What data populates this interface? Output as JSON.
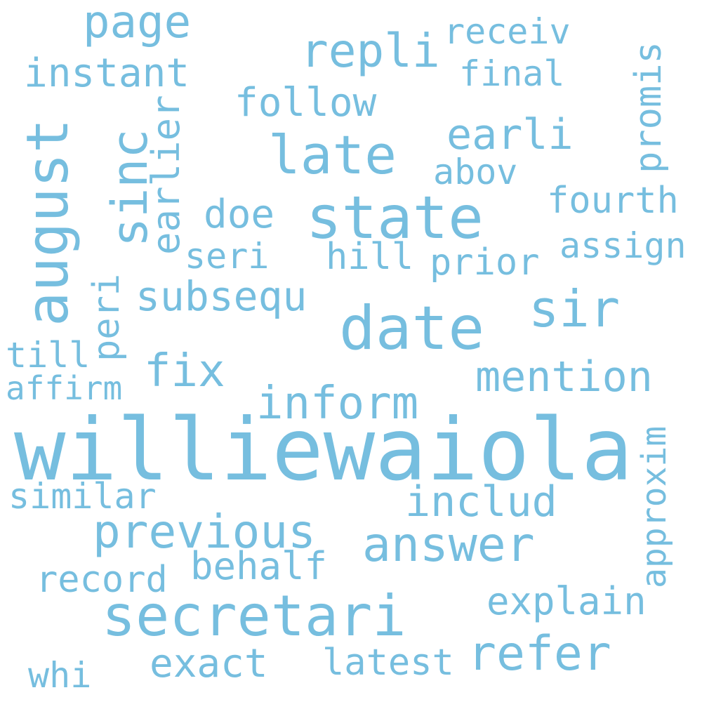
{
  "word_cloud": {
    "color": "#76bedf",
    "background": "#ffffff",
    "words": {
      "williewaiola": "williewaiola",
      "date": "date",
      "state": "state",
      "secretari": "secretari",
      "late": "late",
      "answer": "answer",
      "refer": "refer",
      "sir": "sir",
      "previous": "previous",
      "repli": "repli",
      "page": "page",
      "inform": "inform",
      "fix": "fix",
      "mention": "mention",
      "earli": "earli",
      "includ": "includ",
      "subsequ": "subsequ",
      "explain": "explain",
      "follow": "follow",
      "instant": "instant",
      "doe": "doe",
      "behalf": "behalf",
      "exact": "exact",
      "record": "record",
      "latest": "latest",
      "fourth": "fourth",
      "prior": "prior",
      "hill": "hill",
      "final": "final",
      "receiv": "receiv",
      "assign": "assign",
      "abov": "abov",
      "seri": "seri",
      "similar": "similar",
      "whi": "whi",
      "till": "till",
      "affirm": "affirm",
      "august": "august",
      "sinc": "sinc",
      "earlier": "earlier",
      "peri": "peri",
      "promis": "promis",
      "approxim": "approxim"
    }
  }
}
